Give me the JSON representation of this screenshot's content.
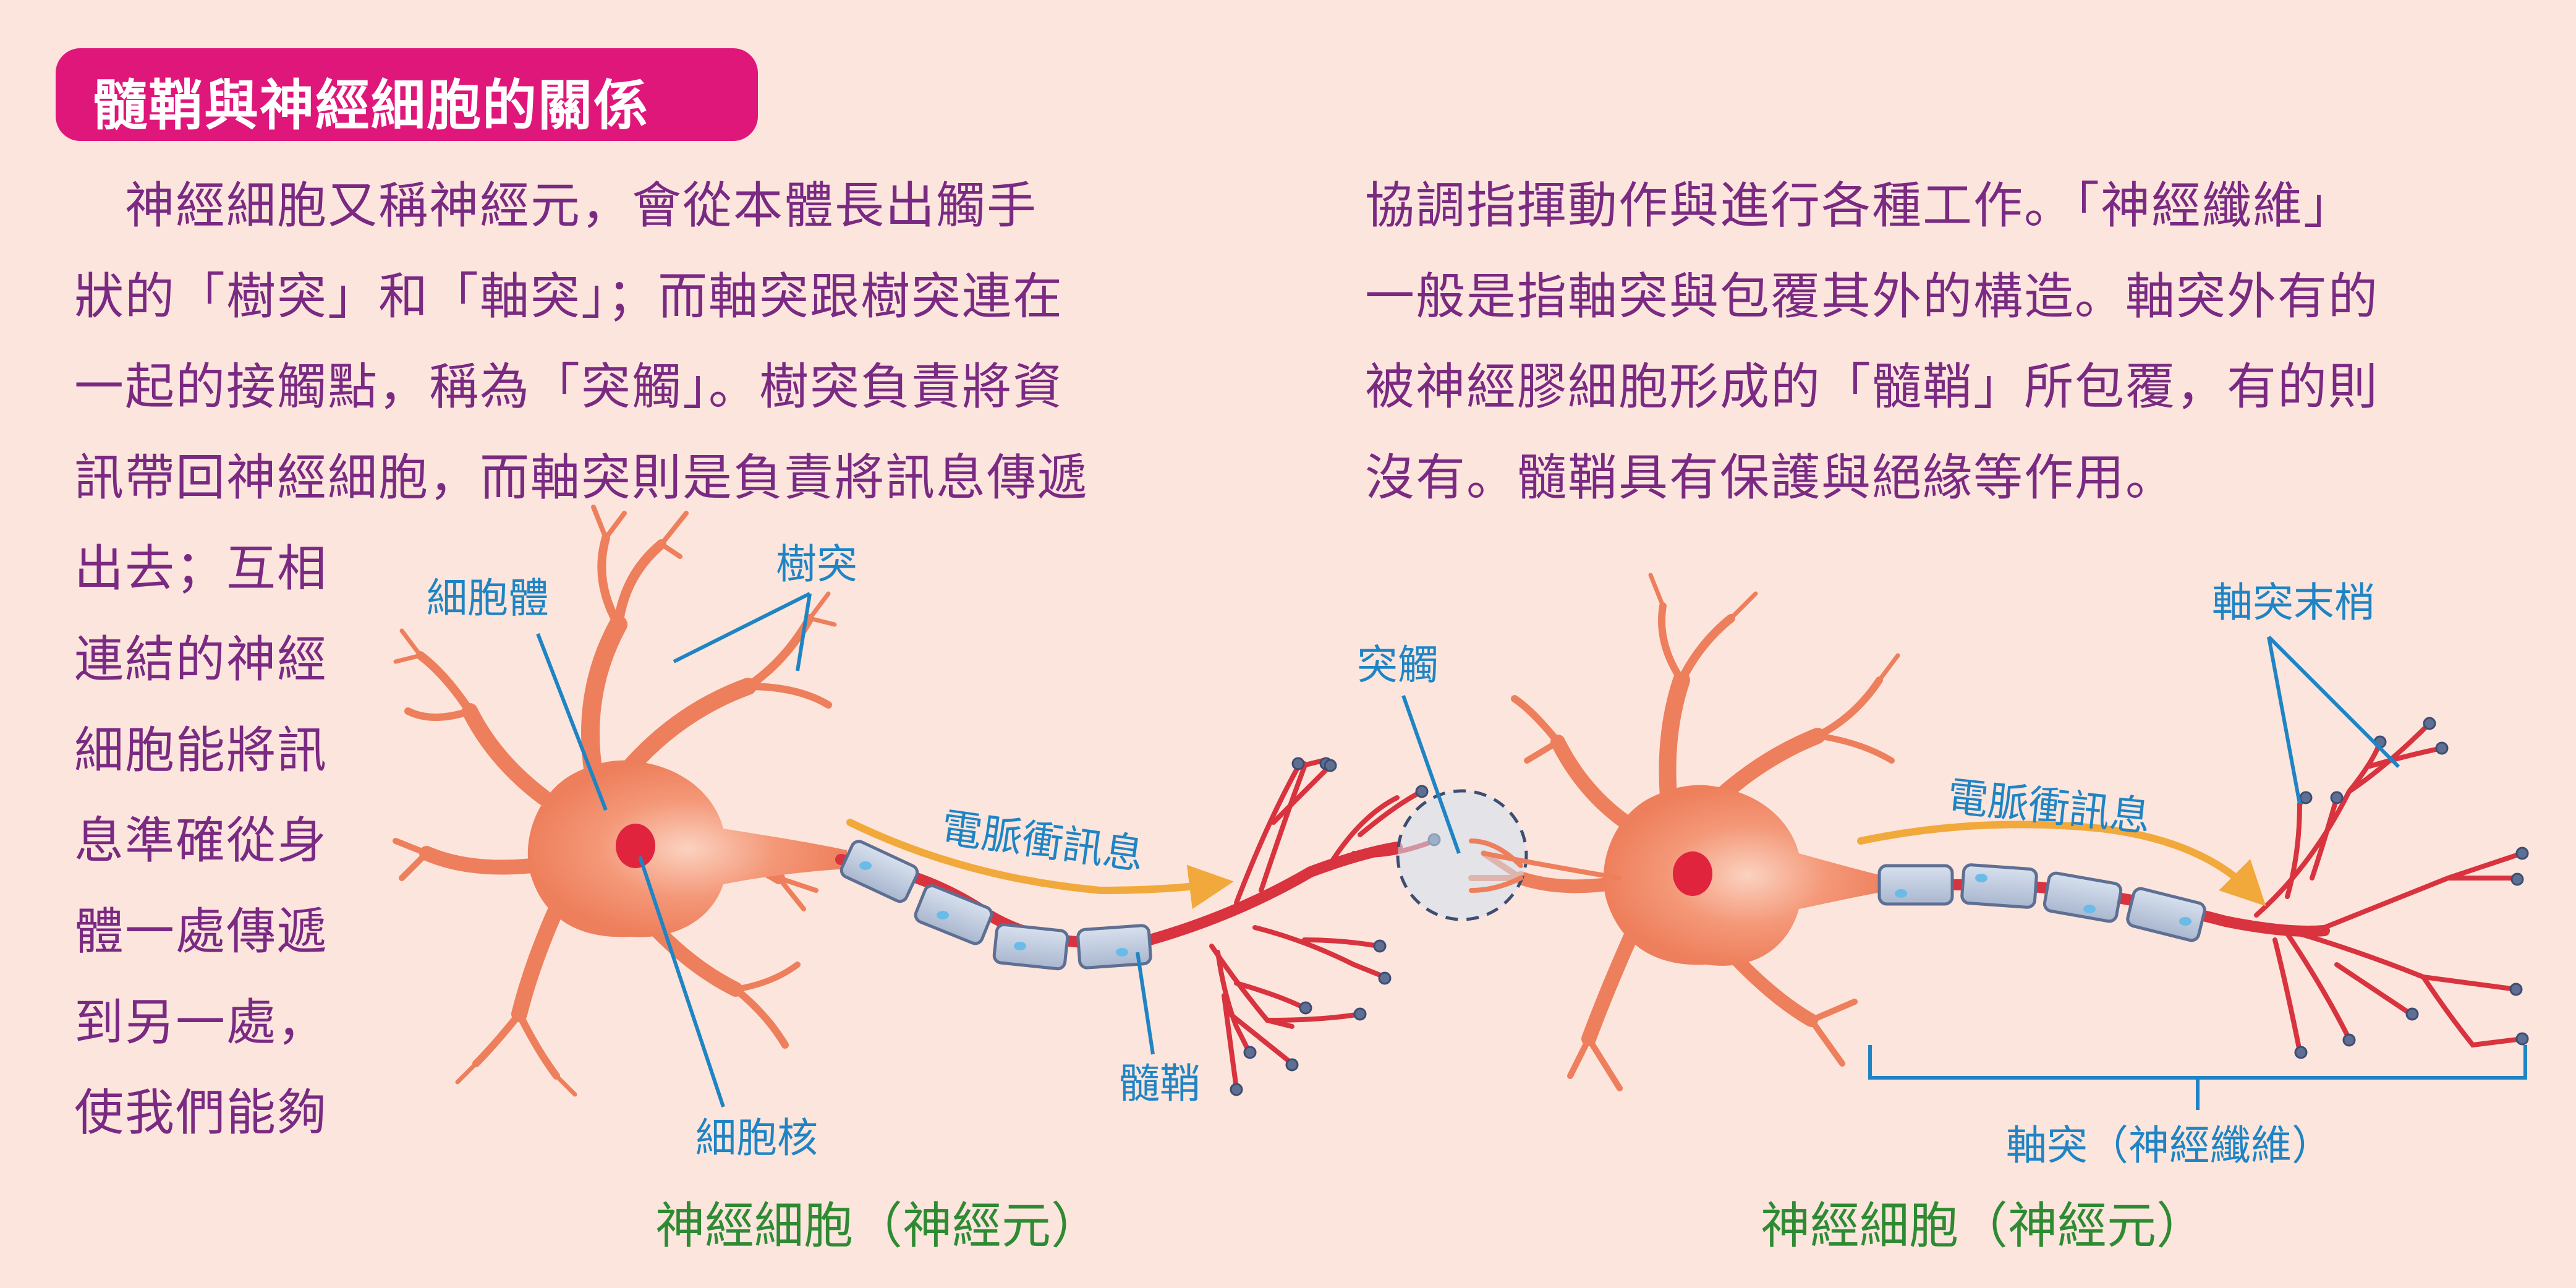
{
  "title": "髓鞘與神經細胞的關係",
  "left_paragraph": [
    "　神經細胞又稱神經元，會從本體長出觸手",
    "狀的「樹突」和「軸突」；而軸突跟樹突連在",
    "一起的接觸點，稱為「突觸」。樹突負責將資",
    "訊帶回神經細胞，而軸突則是負責將訊息傳遞",
    "出去；互相",
    "連結的神經",
    "細胞能將訊",
    "息準確從身",
    "體一處傳遞",
    "到另一處，",
    "使我們能夠"
  ],
  "right_paragraph": [
    "協調指揮動作與進行各種工作。「神經纖維」",
    "一般是指軸突與包覆其外的構造。軸突外有的",
    "被神經膠細胞形成的「髓鞘」所包覆，有的則",
    "沒有。髓鞘具有保護與絕緣等作用。"
  ],
  "labels": {
    "cell_body": "細胞體",
    "dendrite": "樹突",
    "nucleus": "細胞核",
    "myelin": "髓鞘",
    "signal_1": "電脈衝訊息",
    "synapse": "突觸",
    "signal_2": "電脈衝訊息",
    "axon_terminal": "軸突末梢",
    "axon_fiber": "軸突（神經纖維）",
    "neuron_1": "神經細胞（神經元）",
    "neuron_2": "神經細胞（神經元）"
  },
  "colors": {
    "title_bg": "#e0177a",
    "body_text": "#7a2a82",
    "label_blue": "#1f84c4",
    "caption_green": "#2f8a34",
    "cell_body": "#ee7f5c",
    "nucleus": "#e0243e",
    "axon": "#d8333e",
    "myelin": "#b6c3d8",
    "signal_arrow": "#f2a93b",
    "background": "#fce5dc"
  }
}
